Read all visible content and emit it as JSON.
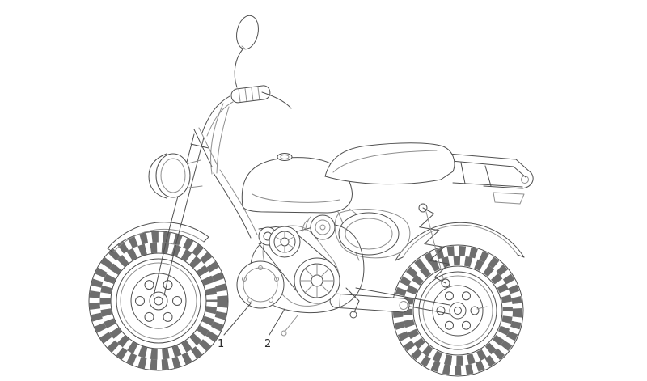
{
  "figure": {
    "description": "Side-view technical line drawing of a mini motorcycle with a belt-drive engine; two numbered part callouts point at the lower engine covers.",
    "callouts": [
      {
        "label": "1"
      },
      {
        "label": "2"
      }
    ]
  },
  "colors": {
    "background": "#ffffff",
    "primary_line": "#4f4f4f",
    "secondary_line": "#8f8f8f",
    "knob_line": "#6e6e6e",
    "callout_text": "#2b2b2b"
  }
}
